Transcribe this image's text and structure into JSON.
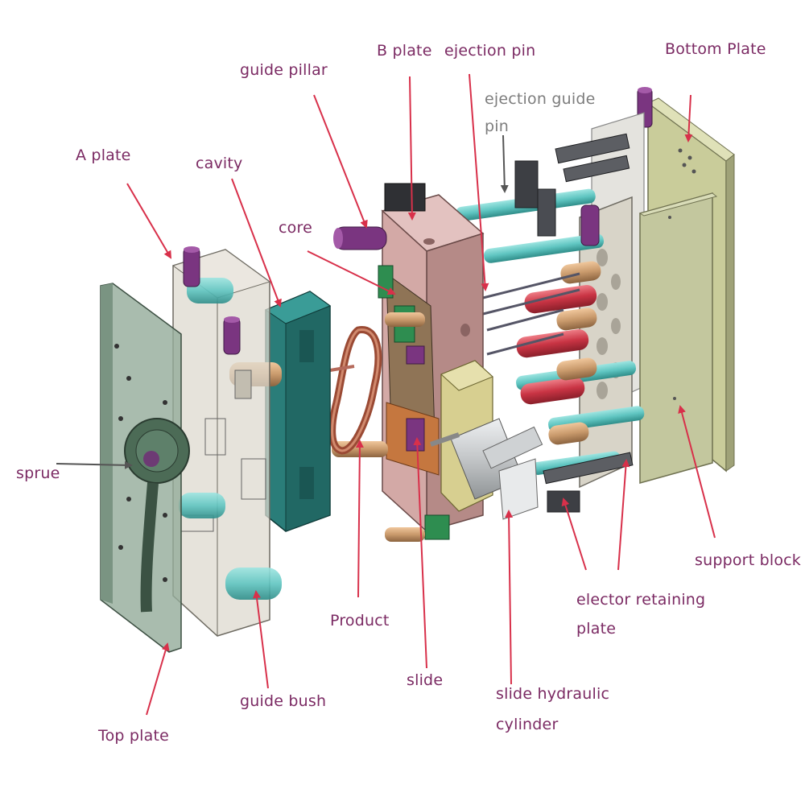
{
  "colors": {
    "label_purple": "#7b2a63",
    "label_grey": "#7d7d7d",
    "arrow_red": "#d8304a",
    "top_plate": "#93ab9a",
    "a_plate": "#ddd9cf",
    "cavity": "#2a7d79",
    "b_plate": "#d3a9a6",
    "slide_body": "#b09a62",
    "cylinder": "#c3c6c8",
    "ejector_plate": "#d8d4c8",
    "support_block": "#c3c79e",
    "bottom_plate": "#c9cc9a",
    "guide_pin_teal": "#5fc5c1",
    "bolt_purple": "#7a3580",
    "red_rod": "#c93444",
    "tan_rod": "#c99a6c"
  },
  "labels": {
    "b_plate": "B plate",
    "ejection_pin": "ejection pin",
    "bottom_plate": "Bottom Plate",
    "guide_pillar": "guide pillar",
    "ejection_guide_pin_1": "ejection guide",
    "ejection_guide_pin_2": "pin",
    "a_plate": "A plate",
    "cavity": "cavity",
    "core": "core",
    "sprue": "sprue",
    "support_block": "support block",
    "ejector_retaining_plate_1": "elector retaining",
    "ejector_retaining_plate_2": "plate",
    "product": "Product",
    "slide": "slide",
    "guide_bush": "guide bush",
    "slide_hydraulic_cylinder_1": "slide hydraulic",
    "slide_hydraulic_cylinder_2": "cylinder",
    "top_plate": "Top plate"
  }
}
